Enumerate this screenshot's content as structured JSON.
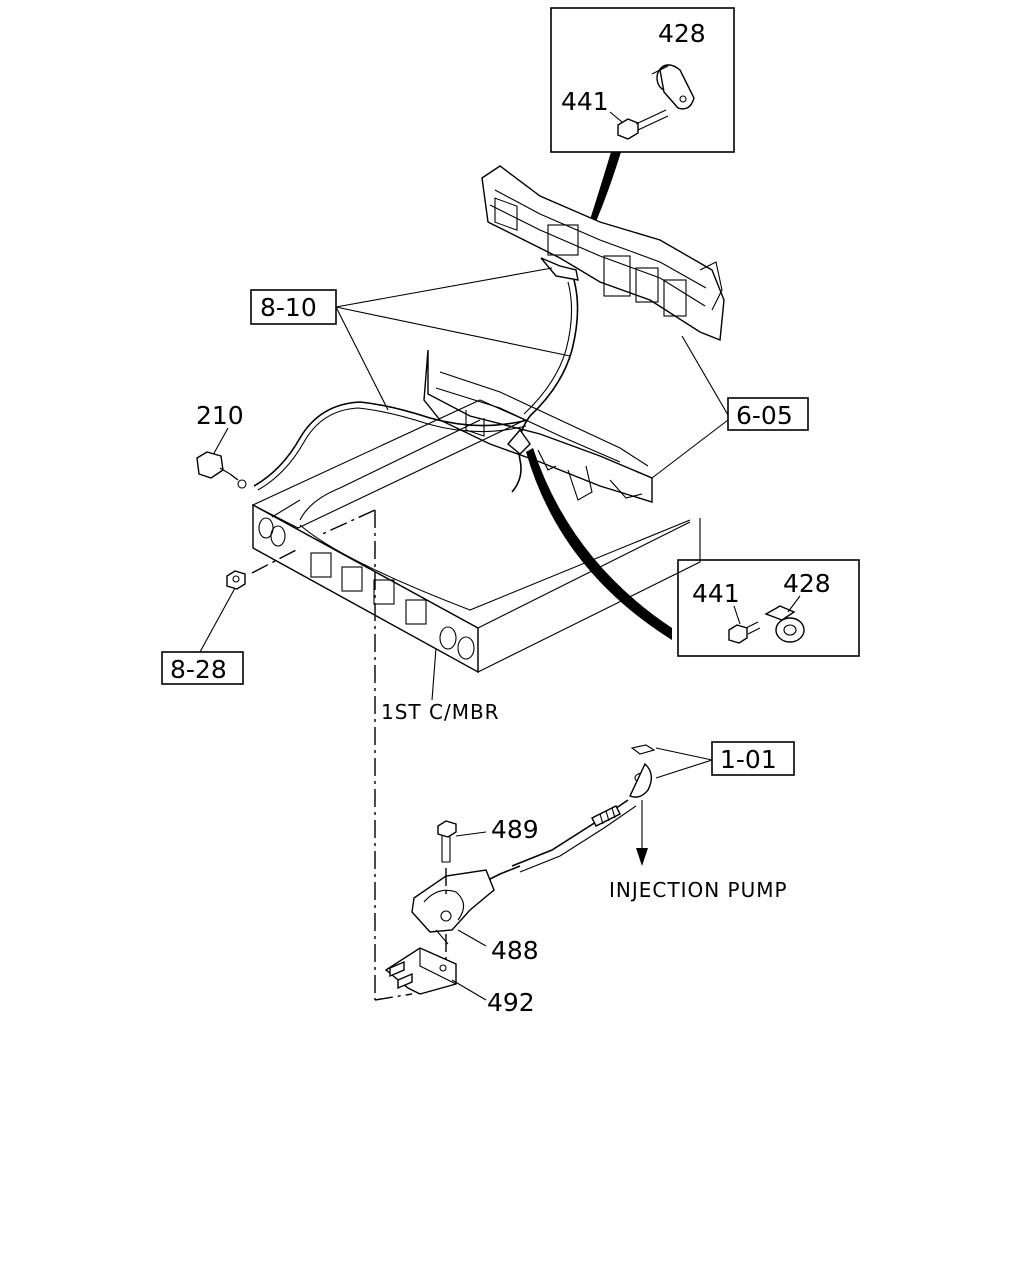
{
  "callouts": {
    "p428_top": "428",
    "p441_top": "441",
    "ref_810": "8-10",
    "ref_605": "6-05",
    "p210": "210",
    "ref_828": "8-28",
    "p441_right": "441",
    "p428_right": "428",
    "crossmember": "1ST C/MBR",
    "ref_101": "1-01",
    "p489": "489",
    "injection_pump": "INJECTION PUMP",
    "p488": "488",
    "p492": "492"
  }
}
